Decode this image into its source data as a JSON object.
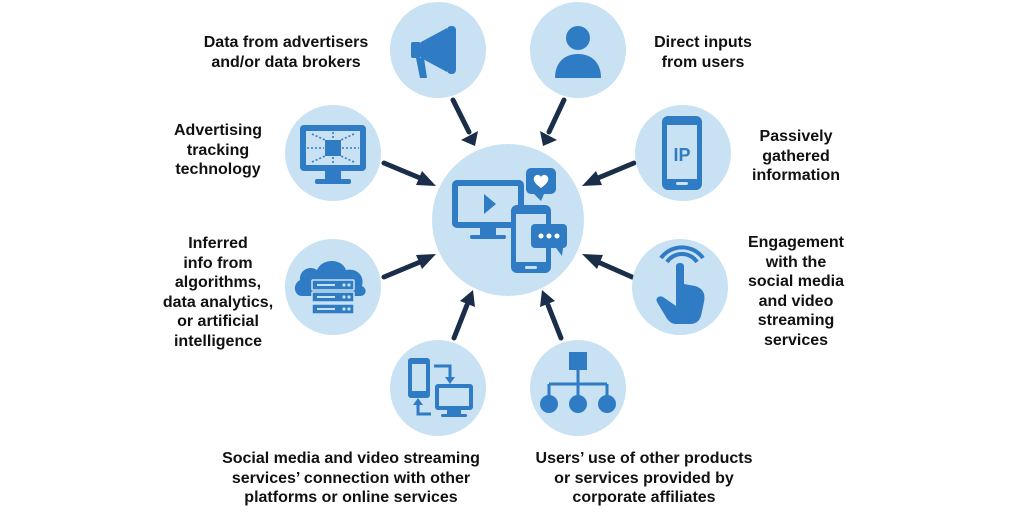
{
  "colors": {
    "circle": "#c8e1f3",
    "icon": "#2f7cc4",
    "icon_dark": "#1f5f9e",
    "arrow": "#1a2e4a",
    "text": "#111111"
  },
  "center": {
    "icon": "media-devices-icon",
    "sub_icons": [
      "play-icon",
      "heart-bubble-icon",
      "chat-bubble-icon"
    ]
  },
  "sources": [
    {
      "id": "advertisers",
      "icon": "megaphone-icon",
      "label": "Data from advertisers\nand/or data brokers"
    },
    {
      "id": "users",
      "icon": "person-icon",
      "label": "Direct inputs\nfrom users"
    },
    {
      "id": "passive",
      "icon": "phone-ip-icon",
      "icon_text": "IP",
      "label": "Passively\ngathered\ninformation"
    },
    {
      "id": "engagement",
      "icon": "touch-hand-icon",
      "label": "Engagement\nwith the\nsocial media\nand video\nstreaming\nservices"
    },
    {
      "id": "affiliates",
      "icon": "org-chart-icon",
      "label": "Users’ use of other products\nor services provided by\ncorporate affiliates"
    },
    {
      "id": "connections",
      "icon": "device-sync-icon",
      "label": "Social media and video streaming\nservices’ connection with other\nplatforms or online services"
    },
    {
      "id": "inferred",
      "icon": "cloud-server-icon",
      "label": "Inferred\ninfo from\nalgorithms,\ndata analytics,\nor artificial\nintelligence"
    },
    {
      "id": "tracking",
      "icon": "tracking-monitor-icon",
      "label": "Advertising\ntracking\ntechnology"
    }
  ]
}
